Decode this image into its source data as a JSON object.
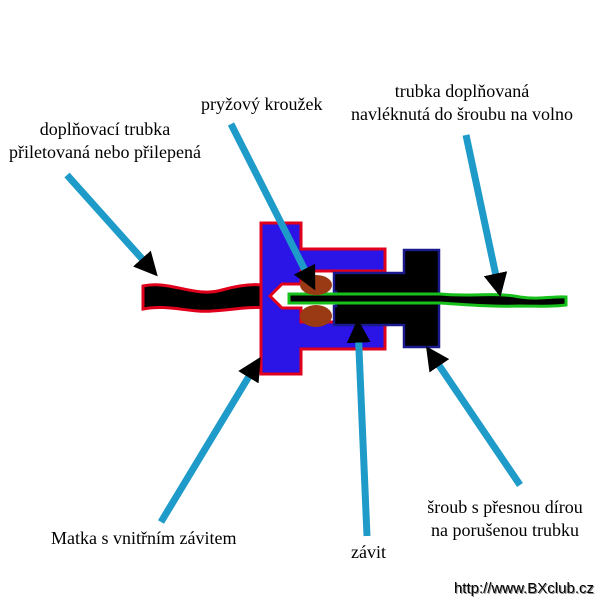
{
  "labels": {
    "fill_tube": {
      "line1": "doplňovací trubka",
      "line2": "přiletovaná nebo přilepená"
    },
    "o_ring": "pryžový kroužek",
    "free_tube": {
      "line1": "trubka doplňovaná",
      "line2": "navléknutá do šroubu na volno"
    },
    "nut": "Matka s vnitřním závitem",
    "thread": "závit",
    "screw": {
      "line1": "šroub s přesnou dírou",
      "line2": "na porušenou trubku"
    }
  },
  "watermark": "http://www.BXclub.cz",
  "colors": {
    "arrow": "#1E9BC8",
    "nut_fill": "#2A14E6",
    "nut_outline": "#E0001B",
    "screw_fill": "#000000",
    "screw_outline": "#1A1A8C",
    "o_ring": "#9A3A14",
    "tube_outline": "#E0001B",
    "free_tube_outline": "#18C01C"
  }
}
